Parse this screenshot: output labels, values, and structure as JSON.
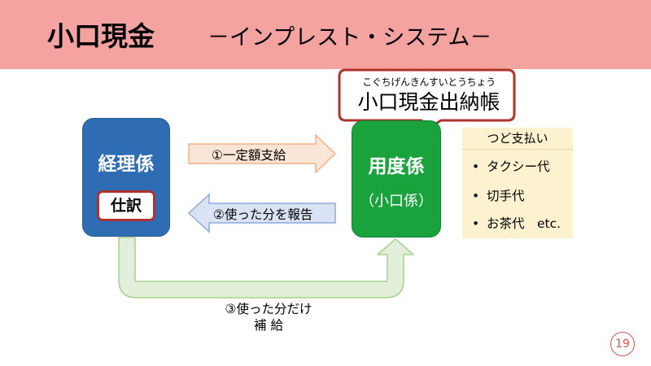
{
  "header": {
    "title": "小口現金",
    "subtitle": "－インプレスト・システム－"
  },
  "callout": {
    "ruby": "こぐちげんきんすいとうちょう",
    "text": "小口現金出納帳"
  },
  "keiri_box": {
    "label": "経理係",
    "badge": "仕訳",
    "color": "#2e6db4"
  },
  "youdo_box": {
    "label": "用度係",
    "sub": "（小口係）",
    "color": "#1aa33d"
  },
  "arrows": {
    "top": "①一定額支給",
    "middle": "②使った分を報告",
    "bottom_line1": "③使った分だけ",
    "bottom_line2": "補 給"
  },
  "payments": {
    "header": "つど支払い",
    "items": [
      {
        "bullet": "•",
        "text": "タクシー代"
      },
      {
        "bullet": "•",
        "text": "切手代"
      },
      {
        "bullet": "•",
        "text": "お茶代　etc."
      }
    ]
  },
  "page": {
    "number": "19",
    "accent_color": "#d9534f"
  }
}
